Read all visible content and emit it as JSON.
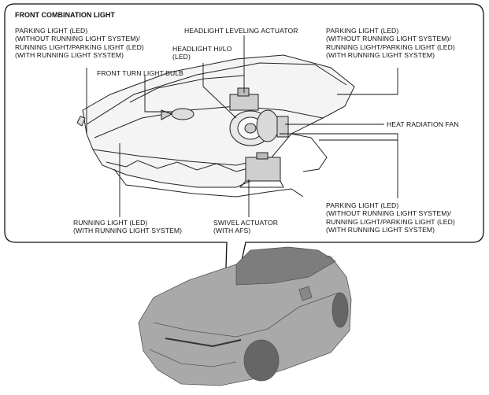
{
  "title": "FRONT COMBINATION LIGHT",
  "labels": {
    "parking_left": "PARKING LIGHT (LED)\n(WITHOUT RUNNING LIGHT SYSTEM)/\nRUNNING LIGHT/PARKING LIGHT (LED)\n(WITH RUNNING LIGHT SYSTEM)",
    "leveling": "HEADLIGHT LEVELING ACTUATOR",
    "parking_right_top": "PARKING LIGHT (LED)\n(WITHOUT RUNNING LIGHT SYSTEM)/\nRUNNING LIGHT/PARKING LIGHT (LED)\n(WITH RUNNING LIGHT SYSTEM)",
    "hilo": "HEADLIGHT HI/LO\n(LED)",
    "turn_bulb": "FRONT TURN LIGHT BULB",
    "fan": "HEAT RADIATION FAN",
    "parking_right_bottom": "PARKING LIGHT (LED)\n(WITHOUT RUNNING LIGHT SYSTEM)/\nRUNNING LIGHT/PARKING LIGHT (LED)\n(WITH RUNNING LIGHT SYSTEM)",
    "running": "RUNNING LIGHT (LED)\n(WITH RUNNING LIGHT SYSTEM)",
    "swivel": "SWIVEL ACTUATOR\n(WITH AFS)"
  }
}
